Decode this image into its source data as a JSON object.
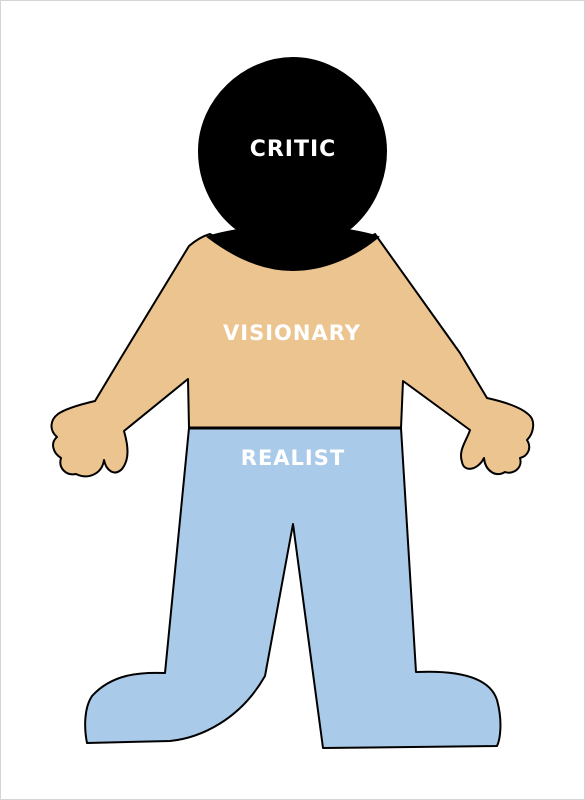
{
  "labels": {
    "head": "CRITIC",
    "torso": "VISIONARY",
    "legs": "REALIST"
  },
  "colors": {
    "head": "#000000",
    "shirt": "#ecc48f",
    "pants": "#a9cae8",
    "outline": "#000000",
    "label_text": "#ffffff"
  }
}
